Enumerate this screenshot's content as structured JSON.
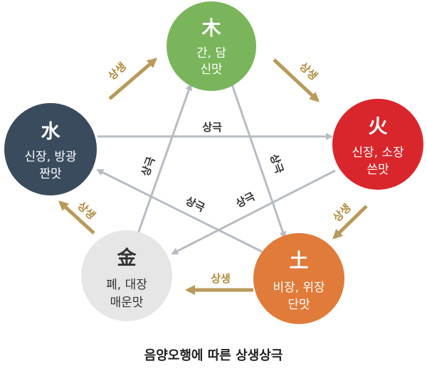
{
  "colors": {
    "wood": "#7ab55c",
    "fire": "#d9262c",
    "earth": "#e07b3a",
    "metal": "#e6e6e6",
    "water": "#3b4b5e",
    "control_arrow": "#b7bcc3",
    "generate_arrow": "#b89a5a"
  },
  "nodes": {
    "wood": {
      "glyph": "木",
      "line1": "간, 담",
      "line2": "신맛"
    },
    "fire": {
      "glyph": "火",
      "line1": "신장, 소장",
      "line2": "쓴맛"
    },
    "earth": {
      "glyph": "土",
      "line1": "비장, 위장",
      "line2": "단맛"
    },
    "metal": {
      "glyph": "金",
      "line1": "폐, 대장",
      "line2": "매운맛"
    },
    "water": {
      "glyph": "水",
      "line1": "신장, 방광",
      "line2": "짠맛"
    }
  },
  "labels": {
    "generate": "상생",
    "control": "상극"
  },
  "caption": "음양오행에 따른 상생상극"
}
